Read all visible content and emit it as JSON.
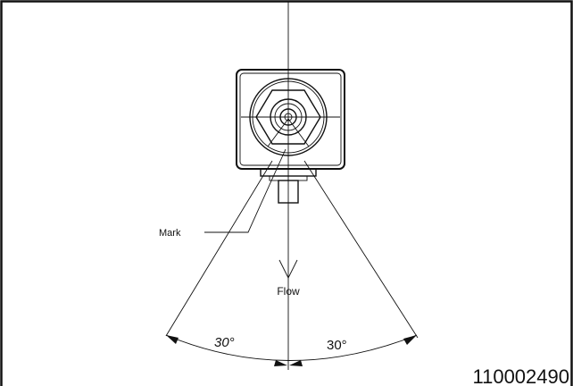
{
  "labels": {
    "mark": "Mark",
    "flow": "Flow",
    "angle_left": "30°",
    "angle_right": "30°",
    "part_number": "110002490"
  }
}
